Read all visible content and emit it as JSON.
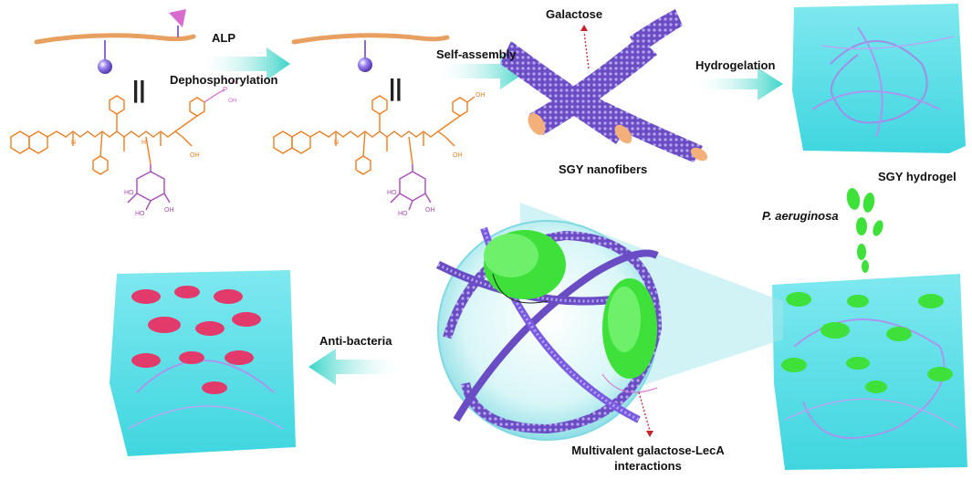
{
  "labels": {
    "alp": "ALP",
    "dephosphorylation": "Dephosphorylation",
    "self_assembly": "Self-assembly",
    "galactose": "Galactose",
    "hydrogelation": "Hydrogelation",
    "sgy_nanofibers": "SGY nanofibers",
    "sgy_hydrogel": "SGY hydrogel",
    "p_aeruginosa": "P. aeruginosa",
    "anti_bacteria": "Anti-bacteria",
    "multivalent_line1": "Multivalent galactose-LecA",
    "multivalent_line2": "interactions"
  },
  "molecule_labels": {
    "h": "H",
    "n": "N",
    "o": "O",
    "oh": "OH",
    "ho": "HO",
    "p": "P"
  },
  "colors": {
    "arrow": "#5fe0d6",
    "gel": "#3fd6e0",
    "fiber": "#6a4cc4",
    "fiber_dots": "#b7a8f0",
    "fiber_end": "#f3b07a",
    "backbone": "#e8a060",
    "bead": "#7a5ae0",
    "molecule": "#ee7f22",
    "sugar": "#a64ab8",
    "bacteria_green": "#3ee03a",
    "bacteria_red": "#e23a6a",
    "phosphate": "#d86bd0"
  }
}
